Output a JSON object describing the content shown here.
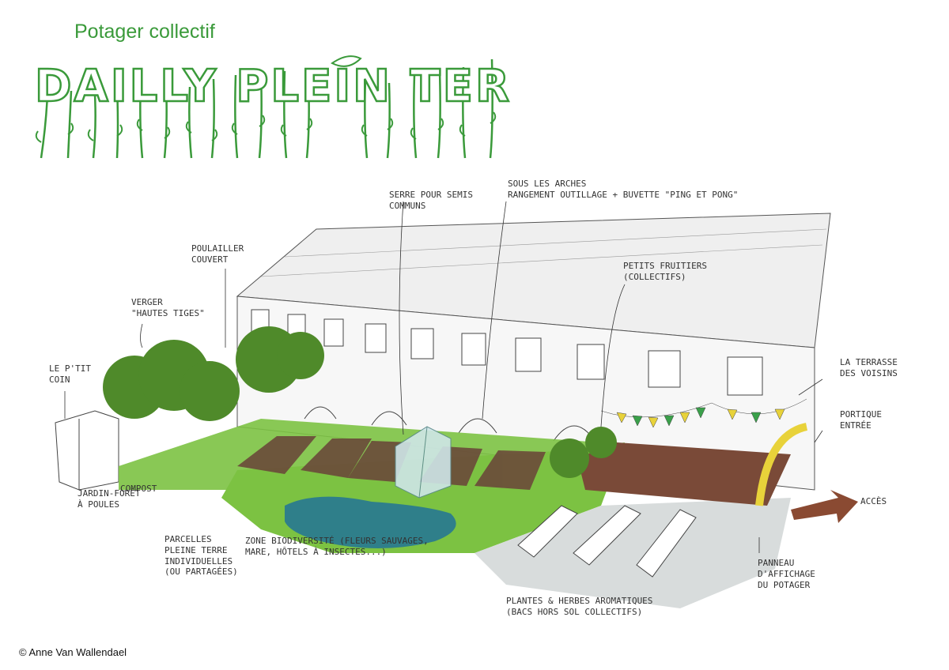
{
  "header": {
    "subtitle": "Potager collectif",
    "logo_text": "DAILLY PLEIN TERRE"
  },
  "annotations": {
    "serre": "Serre pour semis\ncommuns",
    "arches": "Sous les arches\nrangement outillage + buvette \"Ping et Pong\"",
    "poulailler": "Poulailler\ncouvert",
    "verger": "Verger\n\"hautes tiges\"",
    "petits_fruitiers": "Petits fruitiers\n(collectifs)",
    "terrasse": "La terrasse\ndes voisins",
    "portique": "Portique\nentrée",
    "petit_coin": "Le p'tit\ncoin",
    "compost": "Compost",
    "jardin_foret": "Jardin-forêt\nà poules",
    "parcelles": "Parcelles\npleine terre\nindividuelles\n(ou partagées)",
    "zone_bio": "Zone biodiversité (fleurs sauvages,\nmare, hôtels à insectes...)",
    "plantes": "Plantes & herbes aromatiques\n(bacs hors sol collectifs)",
    "acces": "Accès",
    "panneau": "Panneau\nd'affichage\ndu potager"
  },
  "footer": {
    "credit": "© Anne Van Wallendael"
  },
  "colors": {
    "brand_green": "#3a9a3a",
    "grass": "#7cc242",
    "tree": "#4f8a2a",
    "soil": "#6b4a3a",
    "water": "#2f7f8a",
    "bunting_yellow": "#e8d23a",
    "bunting_green": "#3aa04a",
    "arrow": "#8a4a32"
  }
}
